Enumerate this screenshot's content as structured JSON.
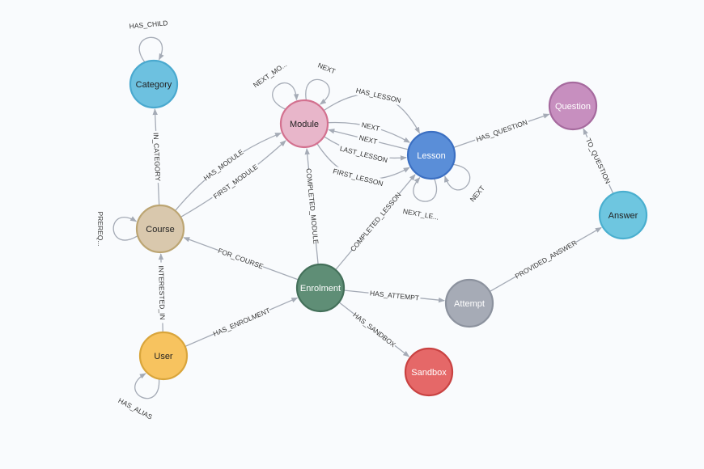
{
  "graph": {
    "nodes": [
      {
        "id": "category",
        "label": "Category",
        "fill": "#6dc1e0",
        "stroke": "#4aa9cf",
        "text": "#222"
      },
      {
        "id": "module",
        "label": "Module",
        "fill": "#e8b6ca",
        "stroke": "#d3718f",
        "text": "#222"
      },
      {
        "id": "lesson",
        "label": "Lesson",
        "fill": "#5a8ed8",
        "stroke": "#3b6fc2",
        "text": "#ffffff"
      },
      {
        "id": "question",
        "label": "Question",
        "fill": "#c78fbf",
        "stroke": "#a66a9e",
        "text": "#ffffff"
      },
      {
        "id": "answer",
        "label": "Answer",
        "fill": "#6ec6e0",
        "stroke": "#4aafcf",
        "text": "#222"
      },
      {
        "id": "course",
        "label": "Course",
        "fill": "#d9c8ad",
        "stroke": "#bca572",
        "text": "#222"
      },
      {
        "id": "enrolment",
        "label": "Enrolment",
        "fill": "#5f8e76",
        "stroke": "#44705a",
        "text": "#ffffff"
      },
      {
        "id": "attempt",
        "label": "Attempt",
        "fill": "#a6abb6",
        "stroke": "#8c929e",
        "text": "#ffffff"
      },
      {
        "id": "user",
        "label": "User",
        "fill": "#f7c35f",
        "stroke": "#d9a53b",
        "text": "#222"
      },
      {
        "id": "sandbox",
        "label": "Sandbox",
        "fill": "#e56868",
        "stroke": "#c94242",
        "text": "#ffffff"
      }
    ],
    "edges": [
      {
        "from": "category",
        "to": "category",
        "label": "HAS_CHILD"
      },
      {
        "from": "course",
        "to": "category",
        "label": "IN_CATEGORY"
      },
      {
        "from": "course",
        "to": "course",
        "label": "PREREQ..."
      },
      {
        "from": "course",
        "to": "module",
        "label": "HAS_MODULE"
      },
      {
        "from": "course",
        "to": "module",
        "label": "FIRST_MODULE"
      },
      {
        "from": "module",
        "to": "module",
        "label": "NEXT_MO..."
      },
      {
        "from": "module",
        "to": "module",
        "label": "NEXT"
      },
      {
        "from": "module",
        "to": "lesson",
        "label": "HAS_LESSON"
      },
      {
        "from": "module",
        "to": "lesson",
        "label": "NEXT"
      },
      {
        "from": "lesson",
        "to": "module",
        "label": "NEXT"
      },
      {
        "from": "module",
        "to": "lesson",
        "label": "LAST_LESSON"
      },
      {
        "from": "module",
        "to": "lesson",
        "label": "FIRST_LESSON"
      },
      {
        "from": "enrolment",
        "to": "module",
        "label": "COMPLETED_MODULE"
      },
      {
        "from": "enrolment",
        "to": "lesson",
        "label": "COMPLETED_LESSON"
      },
      {
        "from": "lesson",
        "to": "lesson",
        "label": "NEXT_LE..."
      },
      {
        "from": "lesson",
        "to": "lesson",
        "label": "NEXT"
      },
      {
        "from": "lesson",
        "to": "question",
        "label": "HAS_QUESTION"
      },
      {
        "from": "answer",
        "to": "question",
        "label": "TO_QUESTION"
      },
      {
        "from": "attempt",
        "to": "answer",
        "label": "PROVIDED_ANSWER"
      },
      {
        "from": "enrolment",
        "to": "course",
        "label": "FOR_COURSE"
      },
      {
        "from": "user",
        "to": "course",
        "label": "INTERESTED_IN"
      },
      {
        "from": "user",
        "to": "enrolment",
        "label": "HAS_ENROLMENT"
      },
      {
        "from": "enrolment",
        "to": "attempt",
        "label": "HAS_ATTEMPT"
      },
      {
        "from": "enrolment",
        "to": "sandbox",
        "label": "HAS_SANDBOX"
      },
      {
        "from": "user",
        "to": "user",
        "label": "HAS_ALIAS"
      }
    ]
  }
}
